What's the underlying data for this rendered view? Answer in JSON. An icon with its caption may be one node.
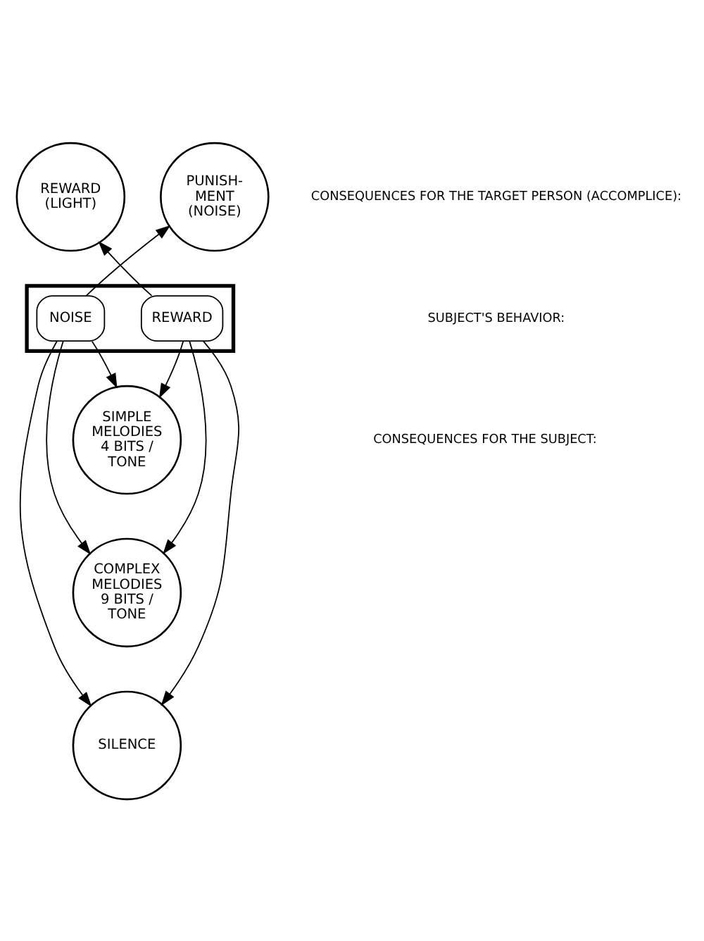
{
  "diagram": {
    "nodes": [
      {
        "text": [],
        "shape": "box"
      },
      {
        "text": [
          "REWARD"
        ],
        "in": 0
      },
      {
        "text": [
          "NOISE"
        ],
        "in": 0
      },
      {
        "text": [
          "REWARD (LIGHT)"
        ]
      },
      {
        "text": [
          "PUNISH- MENT (NOISE)"
        ]
      },
      {
        "text": [
          "SIMPLE MELODIES 4 BITS / TONE"
        ]
      },
      {
        "text": [
          "COMPLEX MELODIES 9 BITS / TONE"
        ]
      },
      {
        "text": [
          "SILENCE"
        ]
      }
    ],
    "edges": [
      {
        "from": 1,
        "to": 3,
        "arrow": "to"
      },
      {
        "from": 2,
        "to": 4,
        "arrow": "to"
      },
      {
        "from": 1,
        "to": 5,
        "arrow": "to"
      },
      {
        "from": 1,
        "to": 6,
        "arrow": "to"
      },
      {
        "from": 1,
        "to": 7,
        "arrow": "to"
      },
      {
        "from": 2,
        "to": 5,
        "arrow": "to"
      },
      {
        "from": 2,
        "to": 6,
        "arrow": "to"
      },
      {
        "from": 2,
        "to": 7,
        "arrow": "to"
      }
    ],
    "labels": [
      "CONSEQUENCES FOR THE TARGET PERSON (ACCOMPLICE):",
      "SUBJECT'S BEHAVIOR:",
      "CONSEQUENCES FOR THE SUBJECT:"
    ]
  }
}
